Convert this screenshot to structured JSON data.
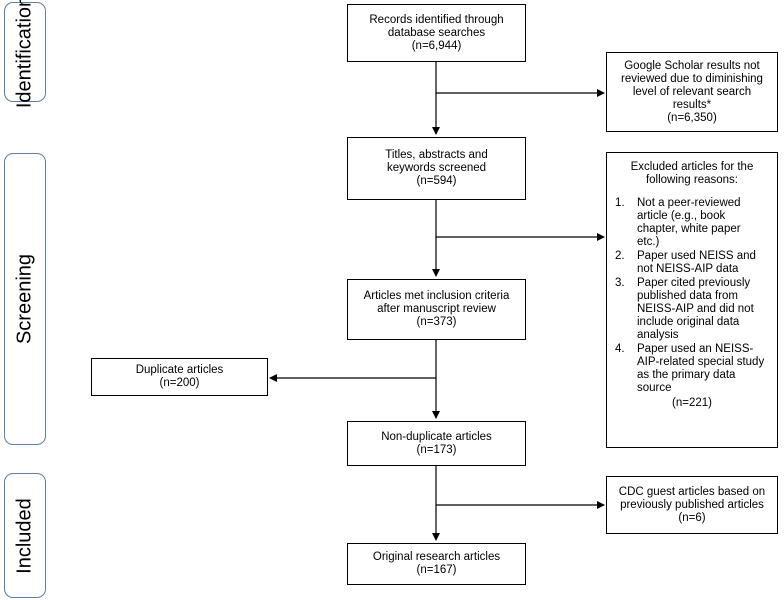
{
  "stages": [
    {
      "label": "Identification"
    },
    {
      "label": "Screening"
    },
    {
      "label": "Included"
    }
  ],
  "boxes": {
    "records": {
      "lines": [
        "Records identified through",
        "database searches",
        "(n=6,944)"
      ]
    },
    "google": {
      "lines": [
        "Google Scholar results not",
        "reviewed due to diminishing",
        "level of relevant search",
        "results*",
        "(n=6,350)"
      ]
    },
    "titles": {
      "lines": [
        "Titles, abstracts and",
        "keywords screened",
        "(n=594)"
      ]
    },
    "excluded": {
      "heading_lines": [
        "Excluded articles for the",
        "following reasons:"
      ],
      "reasons": [
        {
          "num": "1.",
          "lines": [
            "Not a peer-reviewed",
            "article (e.g., book",
            "chapter, white paper",
            "etc.)"
          ]
        },
        {
          "num": "2.",
          "lines": [
            "Paper used NEISS and",
            "not NEISS-AIP data"
          ]
        },
        {
          "num": "3.",
          "lines": [
            "Paper cited  previously",
            "published data from",
            "NEISS-AIP and did not",
            "include original data",
            "analysis"
          ]
        },
        {
          "num": "4.",
          "lines": [
            "Paper used an NEISS-",
            "AIP-related special study",
            "as the primary data",
            "source"
          ]
        }
      ],
      "count": "(n=221)"
    },
    "inclusion": {
      "lines": [
        "Articles met inclusion criteria",
        "after manuscript review",
        "(n=373)"
      ]
    },
    "duplicate": {
      "lines": [
        "Duplicate articles",
        "(n=200)"
      ]
    },
    "nonduplicate": {
      "lines": [
        "Non-duplicate articles",
        "(n=173)"
      ]
    },
    "cdc": {
      "lines": [
        "CDC guest articles based on",
        "previously published articles",
        "(n=6)"
      ]
    },
    "original": {
      "lines": [
        "Original research articles",
        "(n=167)"
      ]
    }
  }
}
